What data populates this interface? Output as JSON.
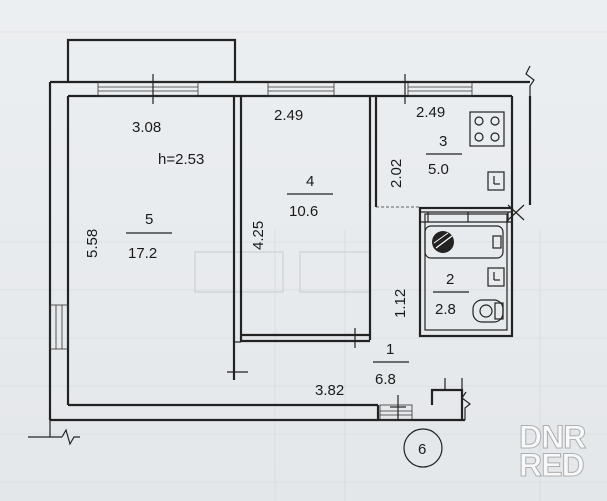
{
  "plan": {
    "ceiling_height": "h=2.53",
    "apartment_number": "6",
    "rooms": [
      {
        "id": "5",
        "area": "17.2"
      },
      {
        "id": "4",
        "area": "10.6"
      },
      {
        "id": "3",
        "area": "5.0"
      },
      {
        "id": "2",
        "area": "2.8"
      },
      {
        "id": "1",
        "area": "6.8"
      }
    ],
    "dimensions": {
      "room5_width": "3.08",
      "room5_length": "5.58",
      "room4_width": "2.49",
      "room4_length": "4.25",
      "kitchen_width": "2.49",
      "kitchen_length": "2.02",
      "hall_short": "1.12",
      "hall_length": "3.82"
    }
  },
  "watermark": {
    "line1": "DNR",
    "line2": "RED"
  },
  "colors": {
    "ink": "#222222",
    "paper": "#eceff1"
  }
}
